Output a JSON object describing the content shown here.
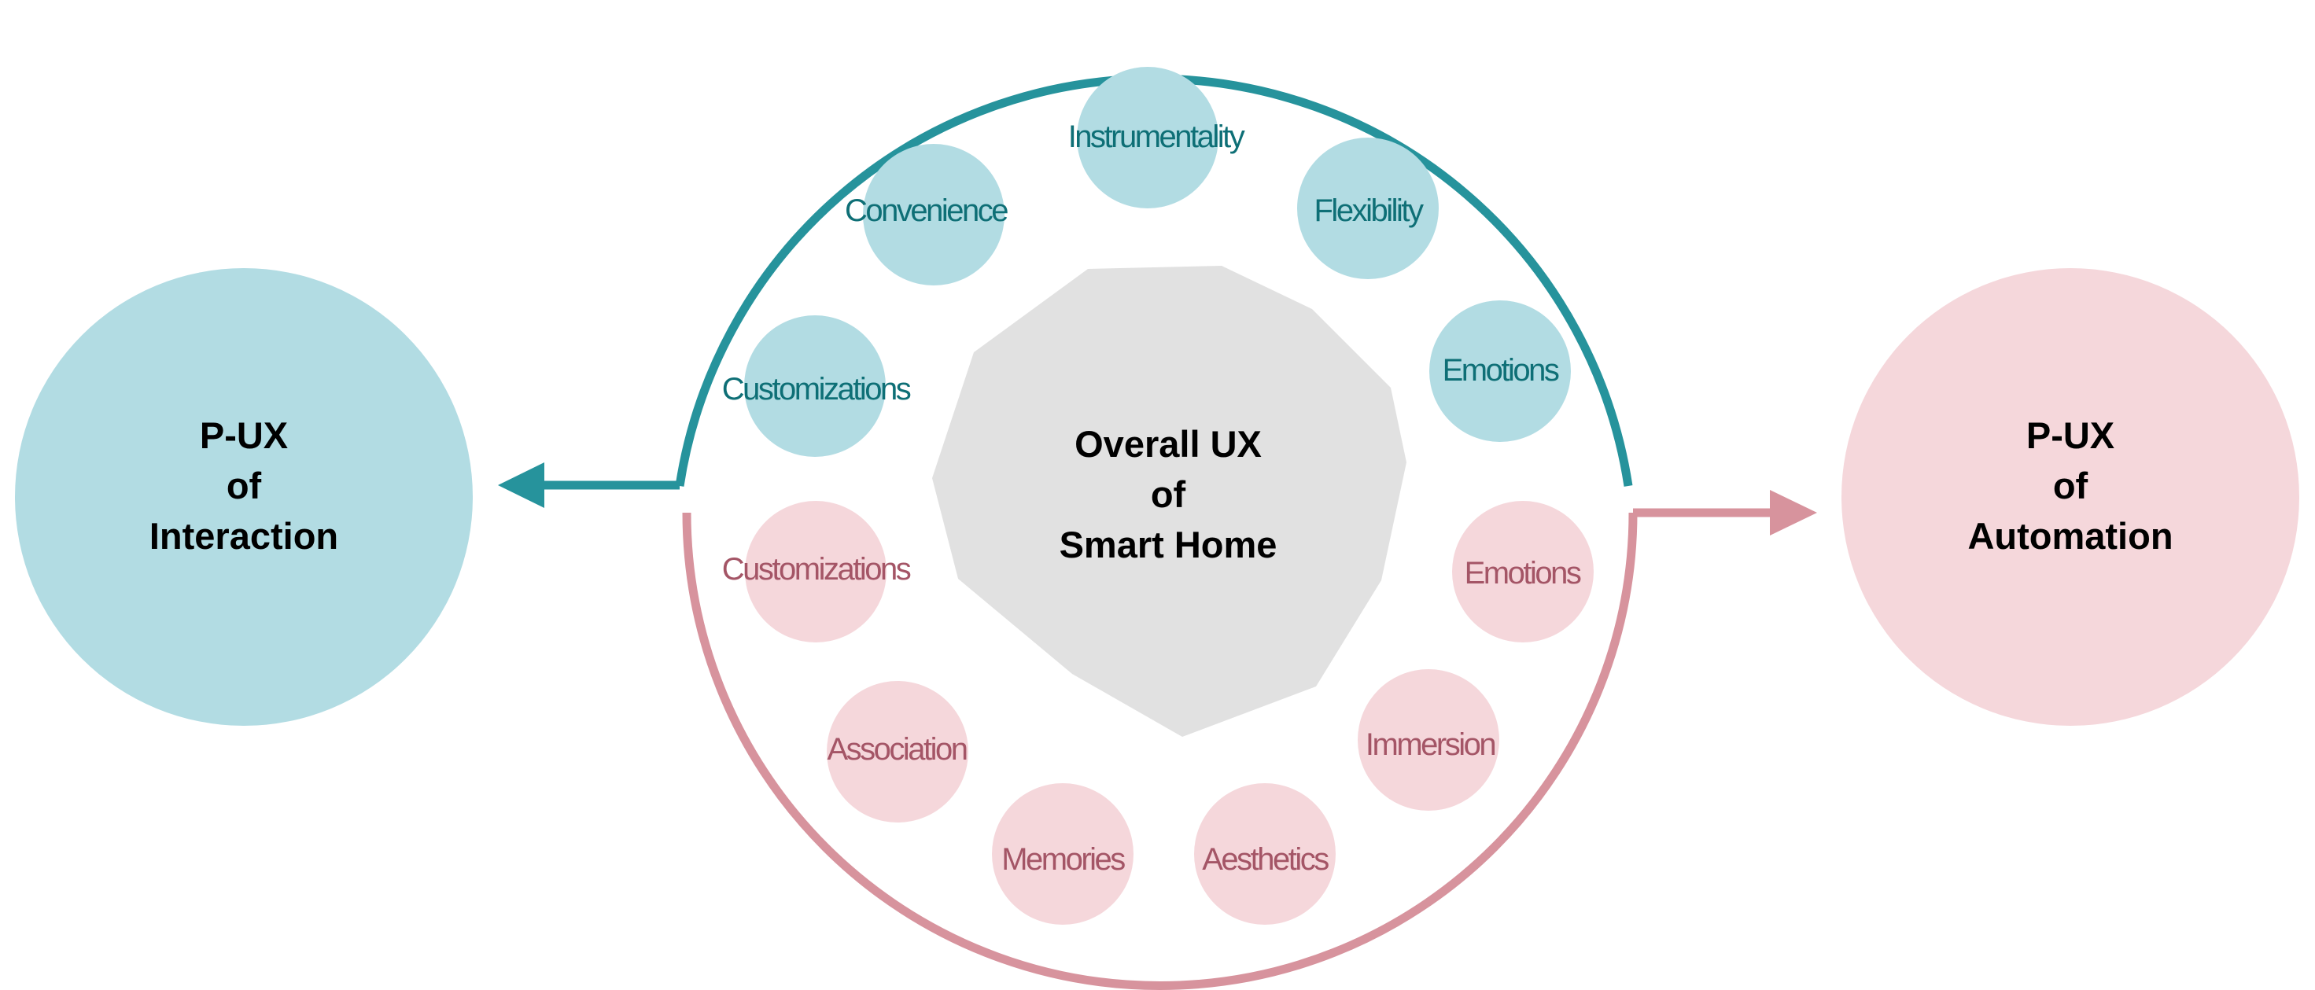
{
  "colors": {
    "interaction_fill": "#b2dce3",
    "interaction_stroke": "#26939c",
    "interaction_text": "#0e6f76",
    "automation_fill": "#f5d7db",
    "automation_stroke": "#d7939d",
    "automation_text": "#a45566",
    "center_fill": "#e1e1e1"
  },
  "center": {
    "lines": [
      "Overall UX",
      "of",
      "Smart Home"
    ]
  },
  "left_node": {
    "lines": [
      "P-UX",
      "of",
      "Interaction"
    ]
  },
  "right_node": {
    "lines": [
      "P-UX",
      "of",
      "Automation"
    ]
  },
  "interaction_factors": [
    "Instrumentality",
    "Convenience",
    "Flexibility",
    "Customizations",
    "Emotions"
  ],
  "automation_factors": [
    "Customizations",
    "Emotions",
    "Association",
    "Immersion",
    "Memories",
    "Aesthetics"
  ]
}
